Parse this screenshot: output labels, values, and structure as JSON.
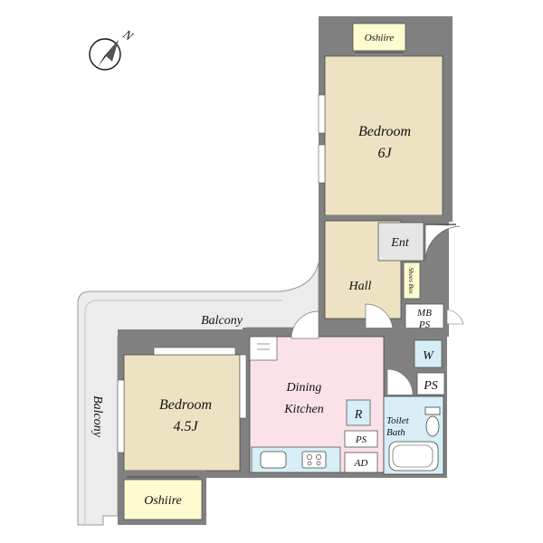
{
  "compass": {
    "label": "N"
  },
  "rooms": {
    "bedroom_large": {
      "name": "Bedroom",
      "size": "6J"
    },
    "bedroom_small": {
      "name": "Bedroom",
      "size": "4.5J"
    },
    "dining_kitchen": {
      "line1": "Dining",
      "line2": "Kitchen"
    },
    "hall": "Hall",
    "entrance": "Ent",
    "shoes_box": "Shoes Box",
    "mb_ps": {
      "line1": "MB",
      "line2": "PS"
    },
    "washer": "W",
    "ps_right": "PS",
    "fridge": "R",
    "ps_kitchen": "PS",
    "ad": "AD",
    "toilet_bath": {
      "line1": "Toilet",
      "line2": "Bath"
    },
    "oshiire_top": "Oshiire",
    "oshiire_bottom": "Oshiire"
  },
  "balconies": {
    "main": "Balcony",
    "side": "Balcony"
  },
  "colors": {
    "bedroom_fill": "#ede3c3",
    "oshiire_fill": "#fdfbcf",
    "kitchen_fill": "#fbe2e8",
    "wet_fill": "#d7eef6",
    "entry_fill": "#e6e6e6",
    "balcony_fill": "#ececec",
    "wall_fill": "#808080"
  }
}
